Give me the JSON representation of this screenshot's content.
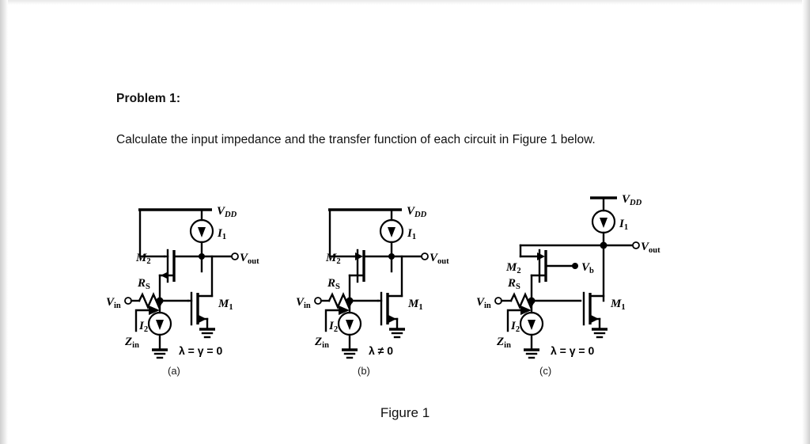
{
  "document": {
    "problem_title": "Problem 1:",
    "problem_text": "Calculate the input impedance and the transfer function of each circuit in Figure 1 below.",
    "figure_caption": "Figure 1"
  },
  "figure": {
    "panels": [
      {
        "id": "(a)",
        "condition": "λ = γ = 0",
        "labels": {
          "vdd": "V",
          "vdd_sub": "DD",
          "i1": "I",
          "i1_sub": "1",
          "i2": "I",
          "i2_sub": "2",
          "m1": "M",
          "m1_sub": "1",
          "m2": "M",
          "m2_sub": "2",
          "rs": "R",
          "rs_sub": "S",
          "vin": "V",
          "vin_sub": "in",
          "vout": "V",
          "vout_sub": "out",
          "zin": "Z",
          "zin_sub": "in"
        }
      },
      {
        "id": "(b)",
        "condition": "λ ≠ 0",
        "labels": {
          "vdd": "V",
          "vdd_sub": "DD",
          "i1": "I",
          "i1_sub": "1",
          "i2": "I",
          "i2_sub": "2",
          "m1": "M",
          "m1_sub": "1",
          "m2": "M",
          "m2_sub": "2",
          "rs": "R",
          "rs_sub": "S",
          "vin": "V",
          "vin_sub": "in",
          "vout": "V",
          "vout_sub": "out",
          "zin": "Z",
          "zin_sub": "in"
        }
      },
      {
        "id": "(c)",
        "condition": "λ = γ = 0",
        "labels": {
          "vdd": "V",
          "vdd_sub": "DD",
          "i1": "I",
          "i1_sub": "1",
          "i2": "I",
          "i2_sub": "2",
          "m1": "M",
          "m1_sub": "1",
          "m2": "M",
          "m2_sub": "2",
          "rs": "R",
          "rs_sub": "S",
          "vin": "V",
          "vin_sub": "in",
          "vout": "V",
          "vout_sub": "out",
          "vb": "V",
          "vb_sub": "b",
          "zin": "Z",
          "zin_sub": "in"
        }
      }
    ]
  },
  "colors": {
    "ink": "#000000",
    "text": "#111111",
    "page": "#ffffff"
  }
}
